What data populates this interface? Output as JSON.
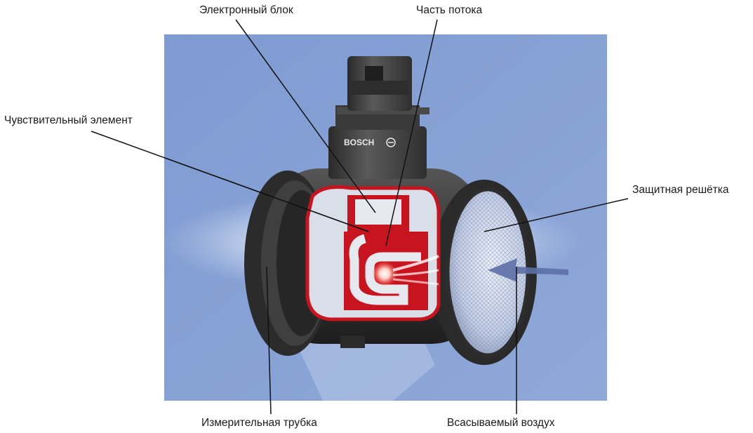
{
  "labels": {
    "electronic_unit": "Электронный блок",
    "flow_part": "Часть потока",
    "sensor_element": "Чувствительный элемент",
    "protective_grille": "Защитная решётка",
    "measuring_tube": "Измерительная трубка",
    "intake_air": "Всасываемый воздух"
  },
  "device": {
    "brand": "BOSCH"
  },
  "colors": {
    "background_panel": "#8aa3d6",
    "housing": "#3a3a3a",
    "cutaway_red": "#c8141e",
    "airflow_arrow": "#5c6fa6",
    "leader_line": "#111111"
  }
}
